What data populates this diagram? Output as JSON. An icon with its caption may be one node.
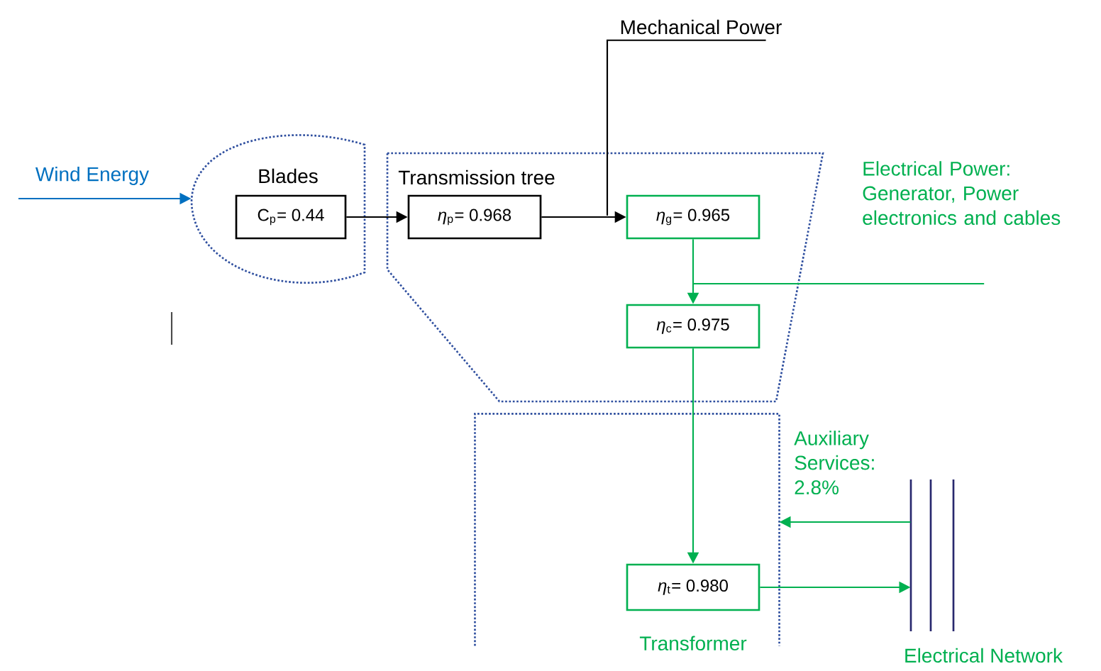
{
  "diagram": {
    "nodes": [
      {
        "text": [
          "Blades"
        ]
      },
      {
        "text": [
          "C$_{p}$= 0.44"
        ],
        "in": 0
      },
      {
        "text": [
          "Transmission tree"
        ]
      },
      {
        "text": [
          "*η*$_{p}$= 0.968"
        ],
        "in": 2
      },
      {
        "text": [
          "*η*$_{g}$= 0.965"
        ],
        "in": 2
      },
      {
        "text": [
          "*η*$_{c}$= 0.975"
        ],
        "in": 2
      },
      {
        "text": [],
        "shape": "box"
      },
      {
        "text": [
          "*η*$_{t}$= 0.980"
        ],
        "in": 6,
        "beside": [
          "Transformer"
        ]
      },
      {
        "text": [
          "Electrical Network"
        ]
      },
      {
        "text": [
          "Mechanical Power"
        ]
      },
      {
        "text": [
          "Electrical Power: Generator, Power electronics and cables"
        ]
      }
    ],
    "edges": [
      {
        "from": null,
        "to": 0,
        "arrow": "to",
        "label": "Wind Energy",
        "color": "#0070c0"
      },
      {
        "from": 1,
        "to": 3,
        "arrow": "to",
        "color": "#000000"
      },
      {
        "from": 3,
        "to": 4,
        "arrow": "to",
        "color": "#000000"
      },
      {
        "from": 4,
        "to": 5,
        "arrow": "to"
      },
      {
        "from": 5,
        "to": 7,
        "arrow": "to"
      },
      {
        "from": 7,
        "to": 8,
        "arrow": "to"
      },
      {
        "from": 8,
        "to": 6,
        "arrow": "to",
        "label": "Auxiliary Services: 2.8%"
      },
      {
        "from": 9,
        "to": null,
        "arrow": "none",
        "color": "#000000"
      },
      {
        "from": 10,
        "to": null,
        "arrow": "none"
      }
    ]
  }
}
